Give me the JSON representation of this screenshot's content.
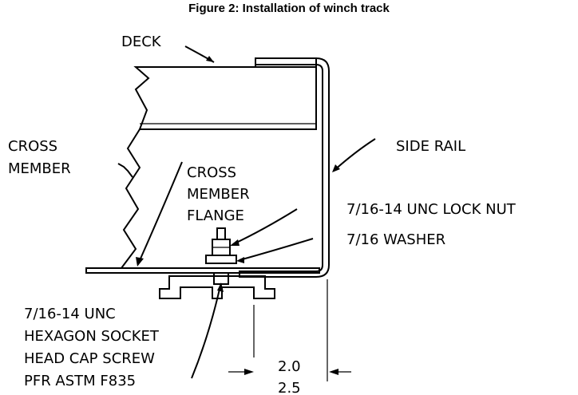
{
  "figure": {
    "title": "Figure 2: Installation of winch track"
  },
  "labels": {
    "deck": "DECK",
    "cross_member": [
      "CROSS",
      "MEMBER"
    ],
    "side_rail": "SIDE RAIL",
    "cross_member_flange": [
      "CROSS",
      "MEMBER",
      "FLANGE"
    ],
    "lock_nut": "7/16-14 UNC LOCK NUT",
    "washer": "7/16 WASHER",
    "cap_screw": [
      "7/16-14 UNC",
      "HEXAGON SOCKET",
      "HEAD CAP SCREW",
      "PFR ASTM F835"
    ]
  },
  "dimensions": {
    "inner": "2.0",
    "outer": "2.5"
  }
}
